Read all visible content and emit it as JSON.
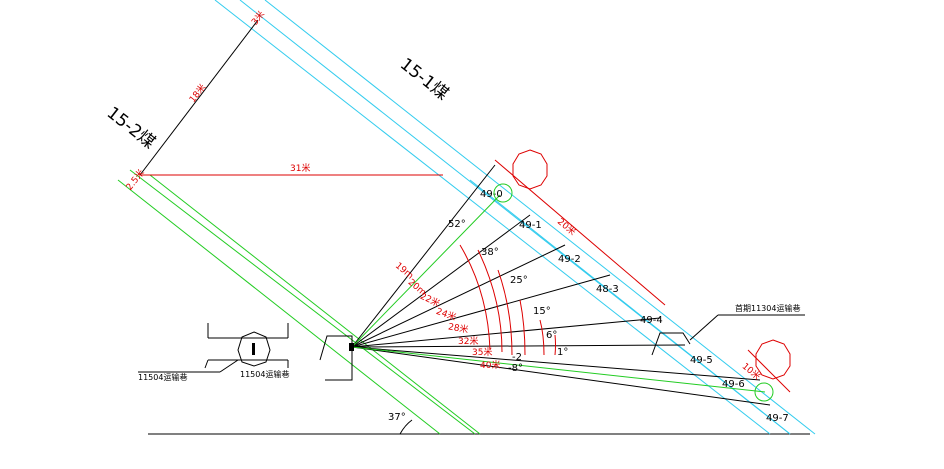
{
  "colors": {
    "seam_boundary": "#33ccee",
    "seam_lower_boundary": "#22cc22",
    "dimension": "#dd0000",
    "borehole": "#000000"
  },
  "seams": {
    "seam_15_1": "15-1煤",
    "seam_15_2": "15-2煤"
  },
  "dimensions": {
    "width_31": "31米",
    "length_18": "18米",
    "length_3": "3米",
    "length_2_5": "2.5米",
    "length_20": "20米",
    "length_10": "10米",
    "radial_19": "19m",
    "radial_20": "20m",
    "radial_22": "22米",
    "radial_24": "24米",
    "radial_28": "28米",
    "radial_32": "32米",
    "radial_35": "35米",
    "radial_40": "40米"
  },
  "angles": {
    "a52": "52°",
    "a38": "38°",
    "a25": "25°",
    "a15": "15°",
    "a6": "6°",
    "a1": "1°",
    "a_neg2": "-2",
    "a_neg8": "-8°",
    "a37": "37°"
  },
  "boreholes": {
    "b0": "49-0",
    "b1": "49-1",
    "b2": "49-2",
    "b3": "48-3",
    "b4": "49-4",
    "b5": "49-5",
    "b6": "49-6",
    "b7": "49-7"
  },
  "roadways": {
    "road_11504_left": "11504运输巷",
    "road_11504_right": "11504运输巷",
    "road_11304": "首期11304运输巷"
  }
}
